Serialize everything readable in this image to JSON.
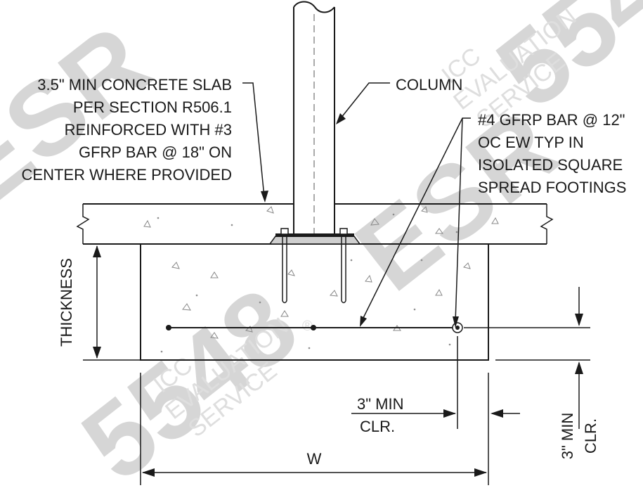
{
  "labels": {
    "slab": [
      "3.5\" MIN CONCRETE SLAB",
      "PER SECTION R506.1",
      "REINFORCED WITH #3",
      "GFRP BAR @ 18\" ON",
      "CENTER WHERE PROVIDED"
    ],
    "column": "COLUMN",
    "footing_bar": [
      "#4 GFRP BAR  @ 12\"",
      "OC EW TYP IN",
      "ISOLATED SQUARE",
      "SPREAD FOOTINGS"
    ],
    "thickness": "THICKNESS",
    "side_clearance": [
      "3\" MIN",
      "CLR."
    ],
    "bottom_clearance": [
      "3\" MIN",
      "CLR."
    ],
    "width": "W"
  },
  "watermark": {
    "report_number": "5548",
    "report_prefix": "ESR",
    "issuer_lines": [
      "ICC",
      "EVALUATION",
      "SERVICE"
    ],
    "registered_mark": "®"
  },
  "colors": {
    "ink": "#1a1a1a",
    "watermark": "#d6d6d6",
    "concrete_speckle": "#888888"
  }
}
